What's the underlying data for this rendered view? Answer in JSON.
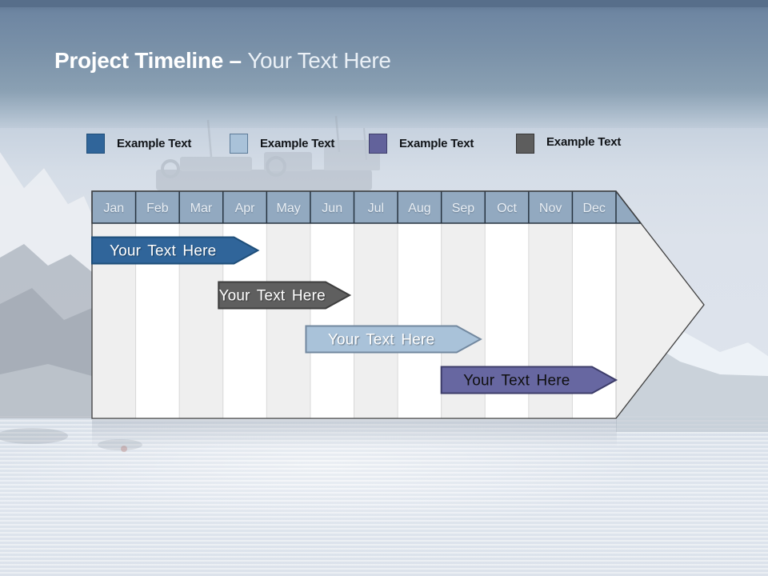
{
  "title": {
    "emphasis": "Project Timeline",
    "dash": "–",
    "placeholder": "Your Text Here"
  },
  "legend": {
    "items": [
      {
        "label": "Example Text",
        "color": "#30659A",
        "border": "#1F4E79"
      },
      {
        "label": "Example Text",
        "color": "#A9C2D9",
        "border": "#5C7B99"
      },
      {
        "label": "Example Text",
        "color": "#62629B",
        "border": "#3E3E6B"
      },
      {
        "label": "Example Text",
        "color": "#5D5D5D",
        "border": "#363636"
      }
    ]
  },
  "timeline": {
    "header_fill": "#92A9C0",
    "header_border": "#26323F",
    "header_text_color": "#E9EFF5",
    "body_stripe_odd": "#EFEFEF",
    "body_stripe_even": "#FFFFFF",
    "outline_color": "#3F3F3F"
  },
  "chart_data": {
    "type": "bar",
    "subtype": "gantt-timeline",
    "title": "Project Timeline – Your Text Here",
    "categories": [
      "Jan",
      "Feb",
      "Mar",
      "Apr",
      "May",
      "Jun",
      "Jul",
      "Aug",
      "Sep",
      "Oct",
      "Nov",
      "Dec"
    ],
    "axis_range_months": [
      0,
      12
    ],
    "legend_position": "top",
    "legend_entries": [
      "Example Text",
      "Example Text",
      "Example Text",
      "Example Text"
    ],
    "series": [
      {
        "row": 1,
        "label": "Your Text Here",
        "start_month": 0.0,
        "end_month": 3.8,
        "fill": "#30659A",
        "border": "#1E4E79",
        "text_color": "#FFFFFF"
      },
      {
        "row": 2,
        "label": "Your Text Here",
        "start_month": 2.9,
        "end_month": 5.9,
        "fill": "#5F5F5F",
        "border": "#3D3D3D",
        "text_color": "#FFFFFF"
      },
      {
        "row": 3,
        "label": "Your Text Here",
        "start_month": 4.9,
        "end_month": 8.9,
        "fill": "#A9C2D9",
        "border": "#72889F",
        "text_color": "#FFFFFF"
      },
      {
        "row": 4,
        "label": "Your Text Here",
        "start_month": 8.0,
        "end_month": 12.0,
        "fill": "#6767A1",
        "border": "#3C3C69",
        "text_color": "#0F0F0F"
      }
    ]
  }
}
